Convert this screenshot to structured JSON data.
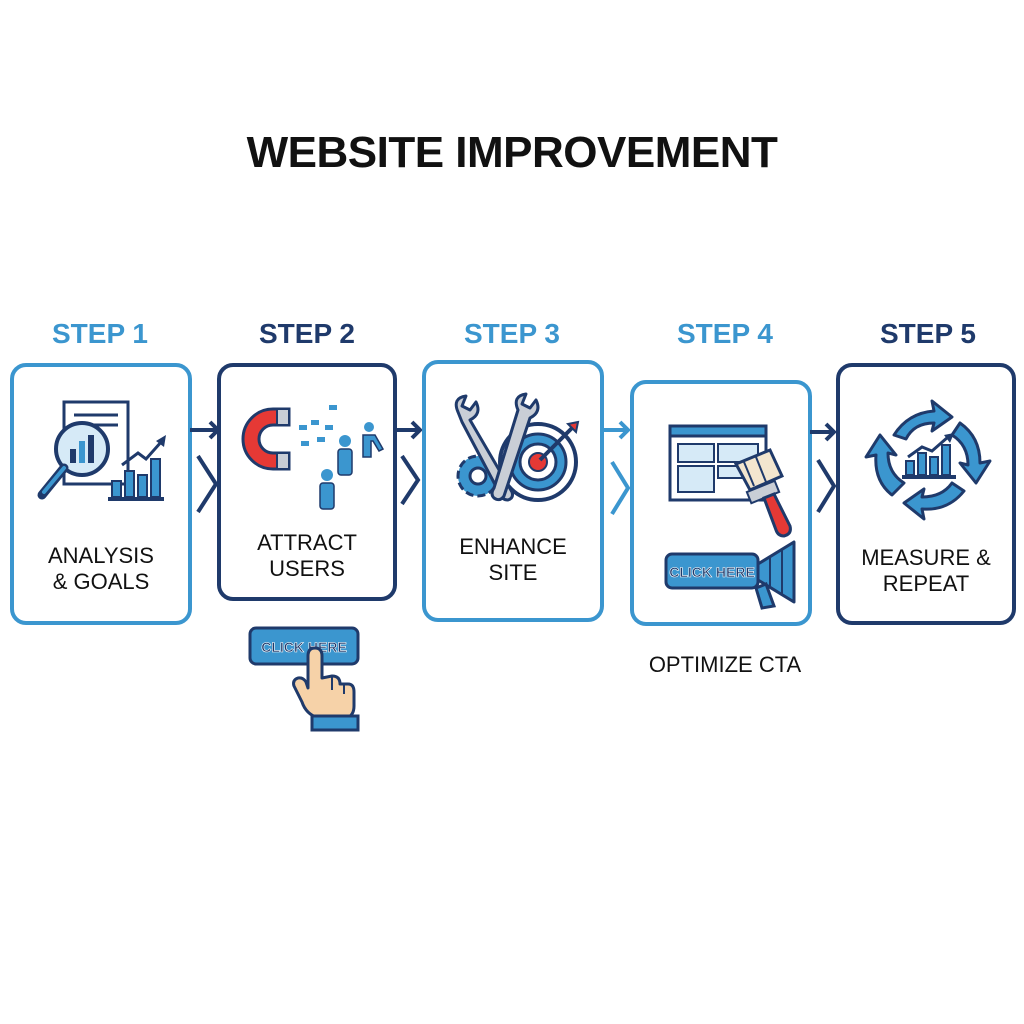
{
  "title": "WEBSITE IMPROVEMENT",
  "colors": {
    "light": "#3B96CF",
    "dark": "#1F3A6B",
    "accent": "#E53935",
    "skin": "#F6D2A8"
  },
  "steps": [
    {
      "label": "STEP 1",
      "text": "ANALYSIS\n& GOALS",
      "icon": "analytics-magnifier-icon"
    },
    {
      "label": "STEP 2",
      "text": "ATTRACT\nUSERS",
      "icon": "magnet-users-icon"
    },
    {
      "label": "STEP 3",
      "text": "ENHANCE\nSITE",
      "icon": "tools-target-icon"
    },
    {
      "label": "STEP 4",
      "text": "",
      "icon": "webpage-paintbrush-megaphone-icon"
    },
    {
      "label": "STEP 5",
      "text": "MEASURE &\nREPEAT",
      "icon": "cycle-chart-icon"
    }
  ],
  "step2_cta": {
    "button_text": "CLICK HERE",
    "icon": "pointing-hand-icon"
  },
  "step4_cta": {
    "button_text": "CLICK HERE",
    "below_text": "OPTIMIZE CTA"
  }
}
